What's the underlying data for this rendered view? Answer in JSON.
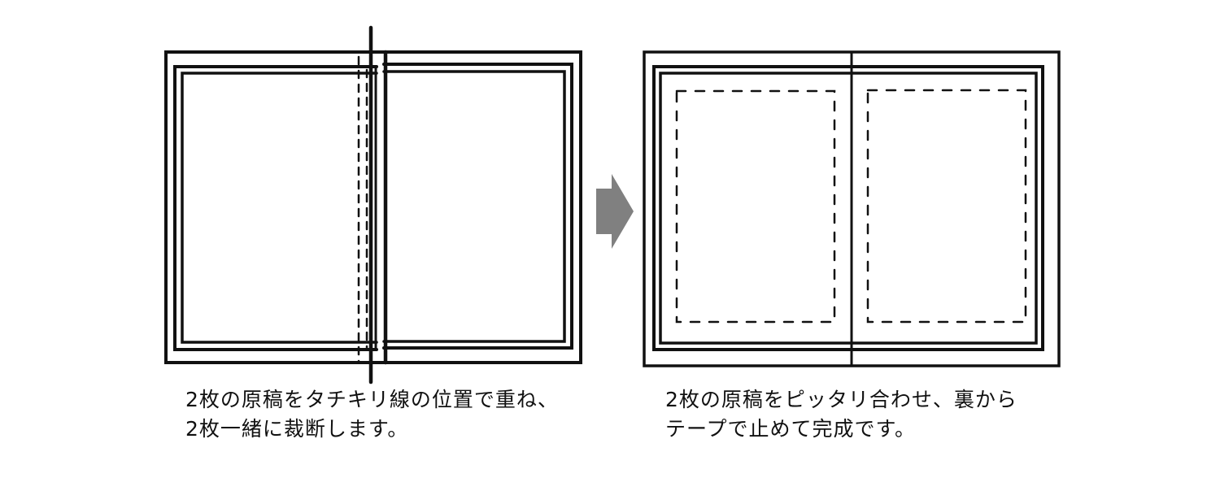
{
  "figure": {
    "left_panel": {
      "label": "before-cutting",
      "caption_lines": [
        "2枚の原稿をタチキリ線の位置で重ね、",
        "2枚一緒に裁断します。"
      ]
    },
    "arrow": {
      "direction": "right",
      "color": "#808080"
    },
    "right_panel": {
      "label": "after-joining",
      "caption_lines": [
        "2枚の原稿をピッタリ合わせ、裏から",
        "テープで止めて完成です。"
      ]
    },
    "colors": {
      "line": "#111111",
      "background": "#ffffff",
      "arrow": "#808080"
    }
  }
}
